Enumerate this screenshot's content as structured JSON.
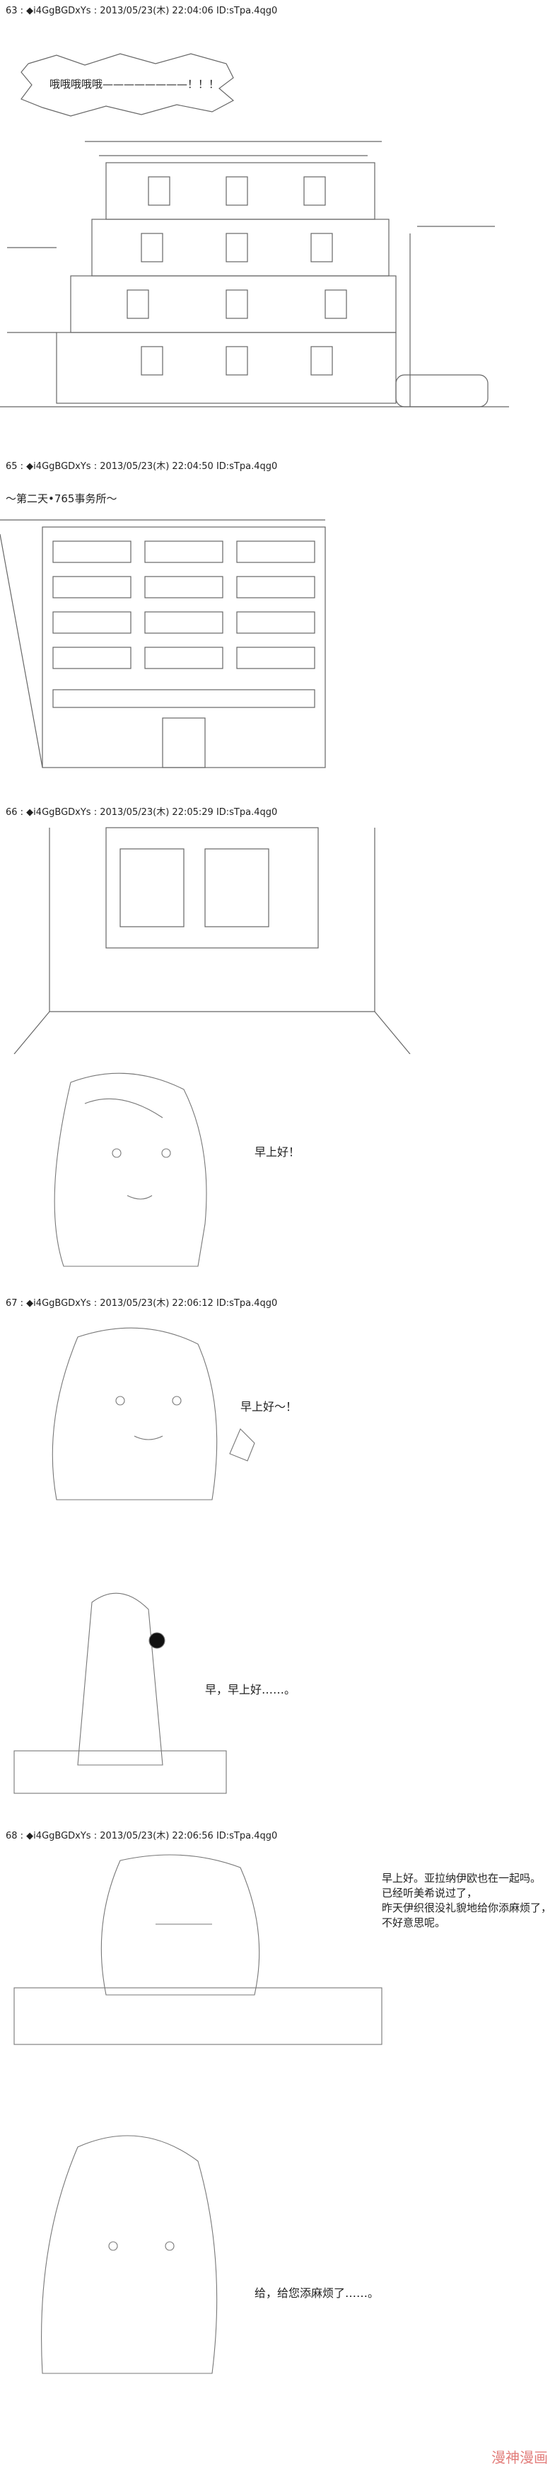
{
  "posts": [
    {
      "header": "63 : ◆i4GgBGDxYs : 2013/05/23(木) 22:04:06 ID:sTpa.4qg0",
      "shout": "哦哦哦哦哦————————！！！"
    },
    {
      "header": "65 : ◆i4GgBGDxYs : 2013/05/23(木) 22:04:50 ID:sTpa.4qg0",
      "scene": "～第二天•765事务所～"
    },
    {
      "header": "66 : ◆i4GgBGDxYs : 2013/05/23(木) 22:05:29 ID:sTpa.4qg0",
      "line": "早上好！"
    },
    {
      "header": "67 : ◆i4GgBGDxYs : 2013/05/23(木) 22:06:12 ID:sTpa.4qg0",
      "line": "早上好～！",
      "line2": "早，早上好……。"
    },
    {
      "header": "68 : ◆i4GgBGDxYs : 2013/05/23(木) 22:06:56 ID:sTpa.4qg0",
      "line": "早上好。亚拉纳伊欧也在一起吗。\n已经听美希说过了，\n昨天伊织很没礼貌地给你添麻烦了，\n不好意思呢。",
      "line2": "给，给您添麻烦了……。"
    }
  ],
  "watermark": "漫神漫画"
}
